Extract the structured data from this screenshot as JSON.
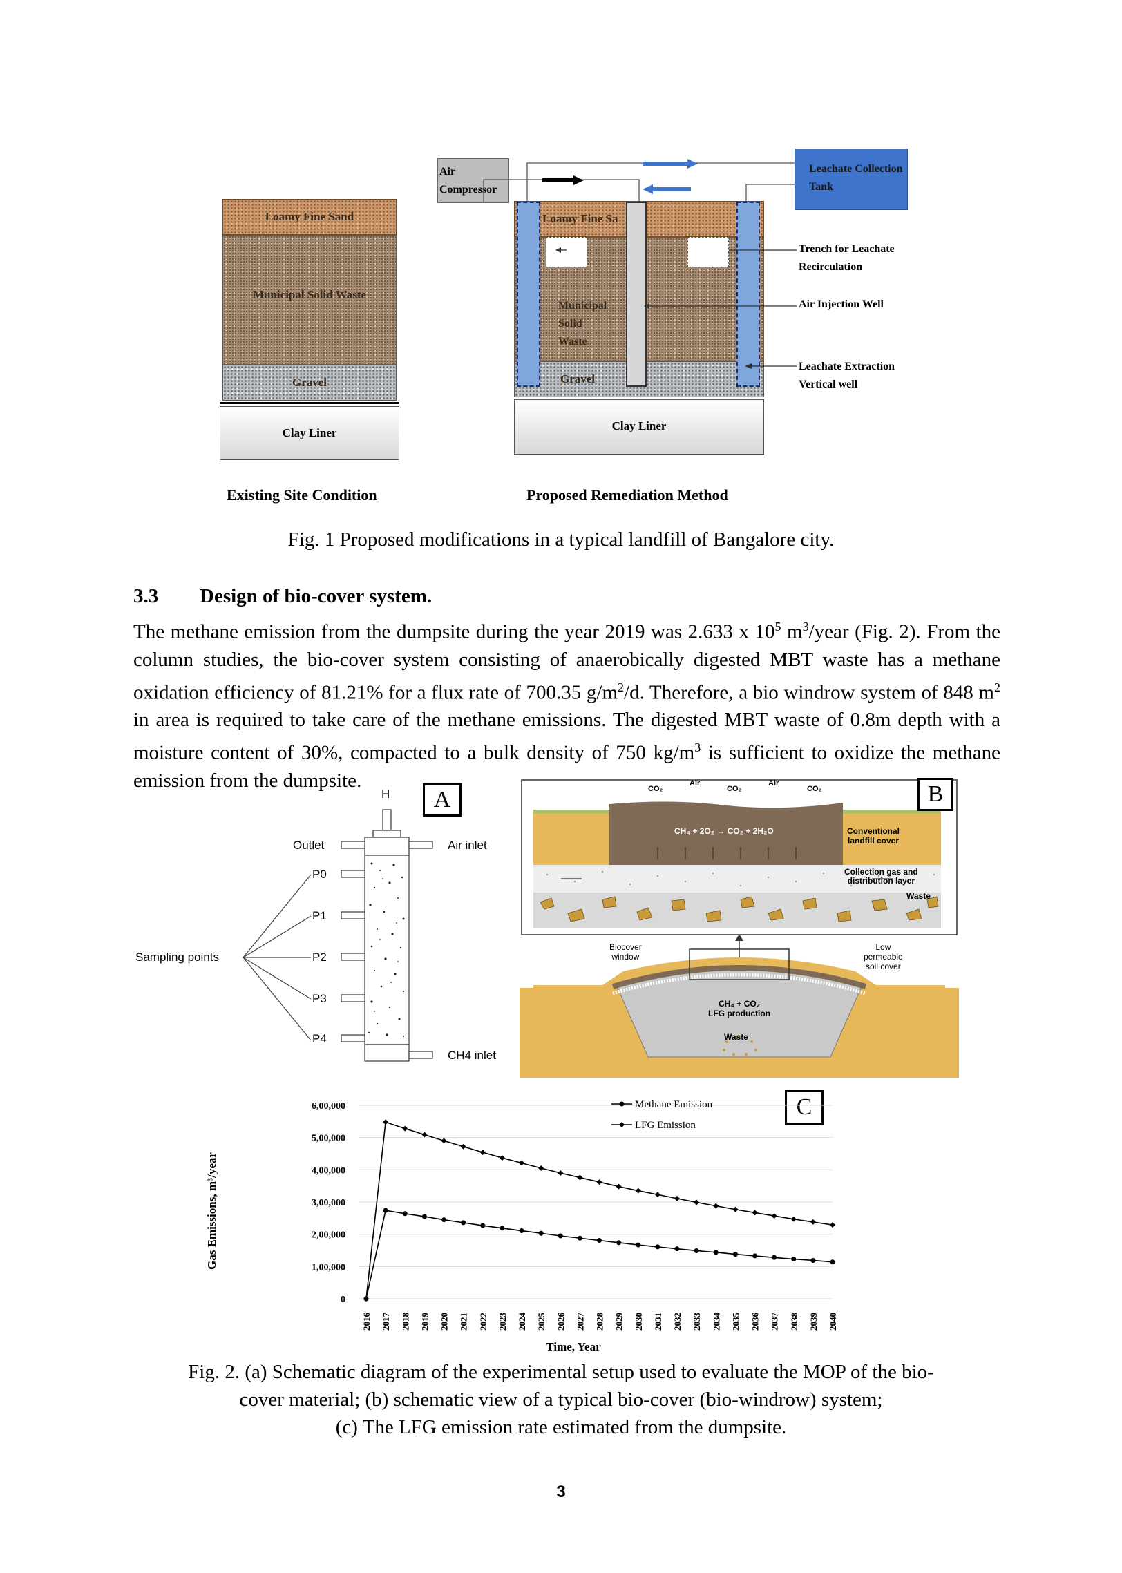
{
  "fig1": {
    "air_compressor": "Air Compressor",
    "leachate_tank": "Leachate Collection Tank",
    "loamy_fine_sand": "Loamy Fine Sand",
    "loamy_fine_sand_cut": "Loamy Fine Sa",
    "municipal_solid_waste": "Municipal Solid Waste",
    "msw_line1": "Municipal",
    "msw_line2": "Solid",
    "msw_line3": "Waste",
    "gravel": "Gravel",
    "clay_liner": "Clay Liner",
    "trench_line1": "Trench for Leachate",
    "trench_line2": "Recirculation",
    "air_injection": "Air Injection Well",
    "leachate_extraction_line1": "Leachate Extraction",
    "leachate_extraction_line2": "Vertical well",
    "existing_title": "Existing Site Condition",
    "proposed_title": "Proposed Remediation Method",
    "caption": "Fig. 1 Proposed modifications in a typical landfill of Bangalore city."
  },
  "section": {
    "number": "3.3",
    "title": "Design of bio-cover system",
    "body_part1": "The methane emission from the dumpsite during the year 2019 was 2.633 x 10",
    "sup1": "5",
    "body_part2": " m",
    "sup2": "3",
    "body_part3": "/year (Fig. 2). From the column studies, the bio-cover system consisting of anaerobically digested MBT waste has a methane oxidation efficiency of 81.21% for a flux rate of 700.35 g/m",
    "sup3": "2",
    "body_part4": "/d. Therefore, a bio windrow system of 848 m",
    "sup4": "2",
    "body_part5": " in area is required to take care of the methane emissions. The digested MBT waste of 0.8m depth with a moisture content of 30%, compacted to a bulk density of 750 kg/m",
    "sup5": "3",
    "body_part6": " is sufficient to oxidize the methane emission from the dumpsite."
  },
  "fig2a": {
    "panel": "A",
    "h": "H",
    "outlet": "Outlet",
    "air_inlet": "Air inlet",
    "ch4_inlet": "CH4 inlet",
    "sampling_points": "Sampling points",
    "ports": [
      "P0",
      "P1",
      "P2",
      "P3",
      "P4"
    ]
  },
  "fig2b": {
    "panel": "B",
    "co2": "CO₂",
    "air": "Air",
    "reaction": "CH₄ + 2O₂ → CO₂ + 2H₂O",
    "conventional_line1": "Conventional",
    "conventional_line2": "landfill cover",
    "collection_line1": "Collection gas and",
    "collection_line2": "distribution layer",
    "waste": "Waste",
    "biocover_line1": "Biocover",
    "biocover_line2": "window",
    "low_line1": "Low",
    "low_line2": "permeable",
    "low_line3": "soil cover",
    "lfg_line1": "CH₄ + CO₂",
    "lfg_line2": "LFG production"
  },
  "fig2c": {
    "panel": "C"
  },
  "chart_data": {
    "type": "line",
    "xlabel": "Time, Year",
    "ylabel": "Gas Emissions, m³/year",
    "ylim": [
      0,
      600000
    ],
    "yticks": [
      0,
      100000,
      200000,
      300000,
      400000,
      500000,
      600000
    ],
    "ytick_labels": [
      "0",
      "1,00,000",
      "2,00,000",
      "3,00,000",
      "4,00,000",
      "5,00,000",
      "6,00,000"
    ],
    "x": [
      "2016",
      "2017",
      "2018",
      "2019",
      "2020",
      "2021",
      "2022",
      "2023",
      "2024",
      "2025",
      "2026",
      "2027",
      "2028",
      "2029",
      "2030",
      "2031",
      "2032",
      "2033",
      "2034",
      "2035",
      "2036",
      "2037",
      "2038",
      "2039",
      "2040"
    ],
    "legend_position": "top-right",
    "series": [
      {
        "name": "Methane Emission",
        "marker": "circle",
        "values": [
          0,
          274000,
          264000,
          255000,
          245000,
          236000,
          227000,
          219000,
          211000,
          203000,
          195000,
          188000,
          181000,
          174000,
          167000,
          161000,
          155000,
          149000,
          144000,
          138000,
          133000,
          128000,
          123000,
          119000,
          114000
        ]
      },
      {
        "name": "LFG Emission",
        "marker": "diamond",
        "values": [
          0,
          548000,
          528000,
          509000,
          490000,
          472000,
          454000,
          437000,
          421000,
          405000,
          390000,
          376000,
          362000,
          348000,
          335000,
          323000,
          311000,
          299000,
          288000,
          277000,
          267000,
          257000,
          247000,
          238000,
          229000
        ]
      }
    ]
  },
  "fig2_caption": {
    "line1": "Fig. 2. (a) Schematic diagram of the experimental setup used to evaluate the MOP of the bio-",
    "line2": "cover material; (b) schematic view of a typical bio-cover (bio-windrow) system;",
    "line3": "(c) The LFG emission rate estimated from the dumpsite."
  },
  "page_number": "3"
}
